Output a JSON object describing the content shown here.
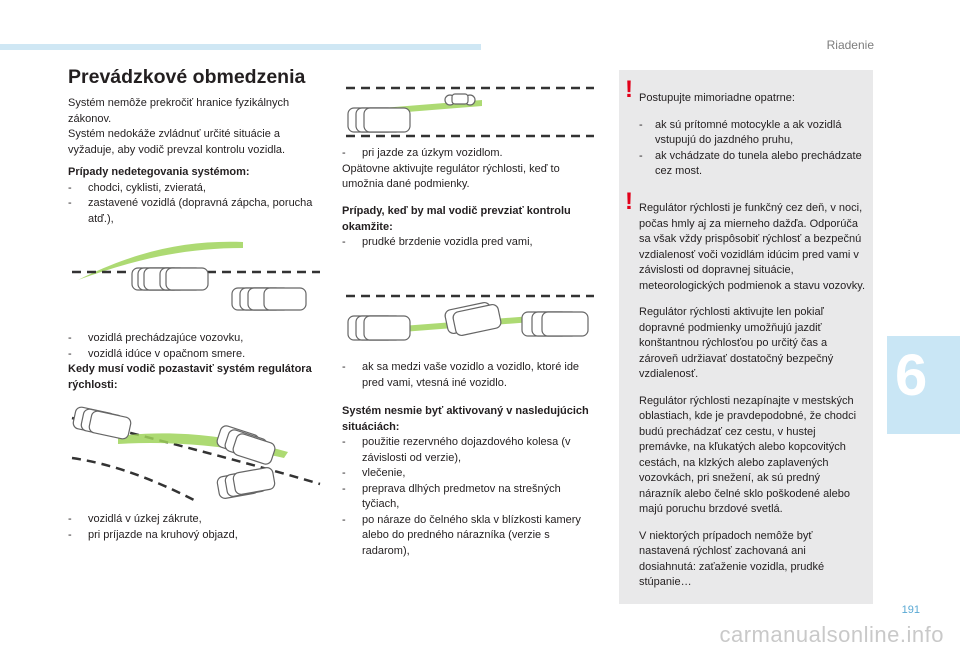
{
  "header": {
    "chapter": "Riadenie",
    "tab_number": "6",
    "page_number": "191"
  },
  "col1": {
    "title": "Prevádzkové obmedzenia",
    "intro": [
      "Systém nemôže prekročiť hranice fyzikálnych zákonov.",
      "Systém nedokáže zvládnuť určité situácie a vyžaduje, aby vodič prevzal kontrolu vozidla."
    ],
    "heading1": "Prípady nedetegovania systémom:",
    "list1": [
      "chodci, cyklisti, zvieratá,",
      "zastavené vozidlá (dopravná zápcha, porucha atď.),"
    ],
    "list2": [
      "vozidlá prechádzajúce vozovku,",
      "vozidlá idúce v opačnom smere."
    ],
    "heading2": "Kedy musí vodič pozastaviť systém regulátora rýchlosti:",
    "list3": [
      "vozidlá v úzkej zákrute,",
      "pri príjazde na kruhový objazd,"
    ]
  },
  "col2": {
    "list1": [
      "pri jazde za úzkym vozidlom."
    ],
    "text1": "Opätovne aktivujte regulátor rýchlosti, keď to umožnia dané podmienky.",
    "heading1": "Prípady, keď by mal vodič prevziať kontrolu okamžite:",
    "list2": [
      "prudké brzdenie vozidla pred vami,"
    ],
    "list3": [
      "ak sa medzi vaše vozidlo a vozidlo, ktoré ide pred vami, vtesná iné vozidlo."
    ],
    "heading2": "Systém nesmie byť aktivovaný v nasledujúcich situáciách:",
    "list4": [
      "použitie rezervného dojazdového kolesa (v závislosti od verzie),",
      "vlečenie,",
      "preprava dlhých predmetov na strešných tyčiach,",
      "po náraze do čelného skla v blízkosti kamery alebo do predného nárazníka (verzie s radarom),"
    ]
  },
  "warnings": [
    {
      "intro": "Postupujte mimoriadne opatrne:",
      "items": [
        "ak sú prítomné motocykle a ak vozidlá vstupujú do jazdného pruhu,",
        "ak vchádzate do tunela alebo prechádzate cez most."
      ]
    },
    {
      "paragraphs": [
        "Regulátor rýchlosti je funkčný cez deň, v noci, počas hmly aj za mierneho dažďa. Odporúča sa však vždy prispôsobiť rýchlosť a bezpečnú vzdialenosť voči vozidlám idúcim pred vami v závislosti od dopravnej situácie, meteorologických podmienok a stavu vozovky.",
        "Regulátor rýchlosti aktivujte len pokiaľ dopravné podmienky umožňujú jazdiť konštantnou rýchlosťou po určitý čas a zároveň udržiavať dostatočný bezpečný vzdialenosť.",
        "Regulátor rýchlosti nezapínajte v mestských oblastiach, kde je pravdepodobné, že chodci budú prechádzať cez cestu, v hustej premávke, na kľukatých alebo kopcovitých cestách, na klzkých alebo zaplavených vozovkách, pri snežení, ak sú predný nárazník alebo čelné sklo poškodené alebo majú poruchu brzdové svetlá.",
        "V niektorých prípadoch nemôže byť nastavená rýchlosť zachovaná ani dosiahnutá: zaťaženie vozidla, prudké stúpanie…"
      ]
    }
  ],
  "watermark": "carmanualsonline.info",
  "colors": {
    "accent_blue": "#cfe7f4",
    "warning_red": "#e2001a",
    "panel_gray": "#e9e9ea",
    "radar_green": "#9fd35a"
  }
}
